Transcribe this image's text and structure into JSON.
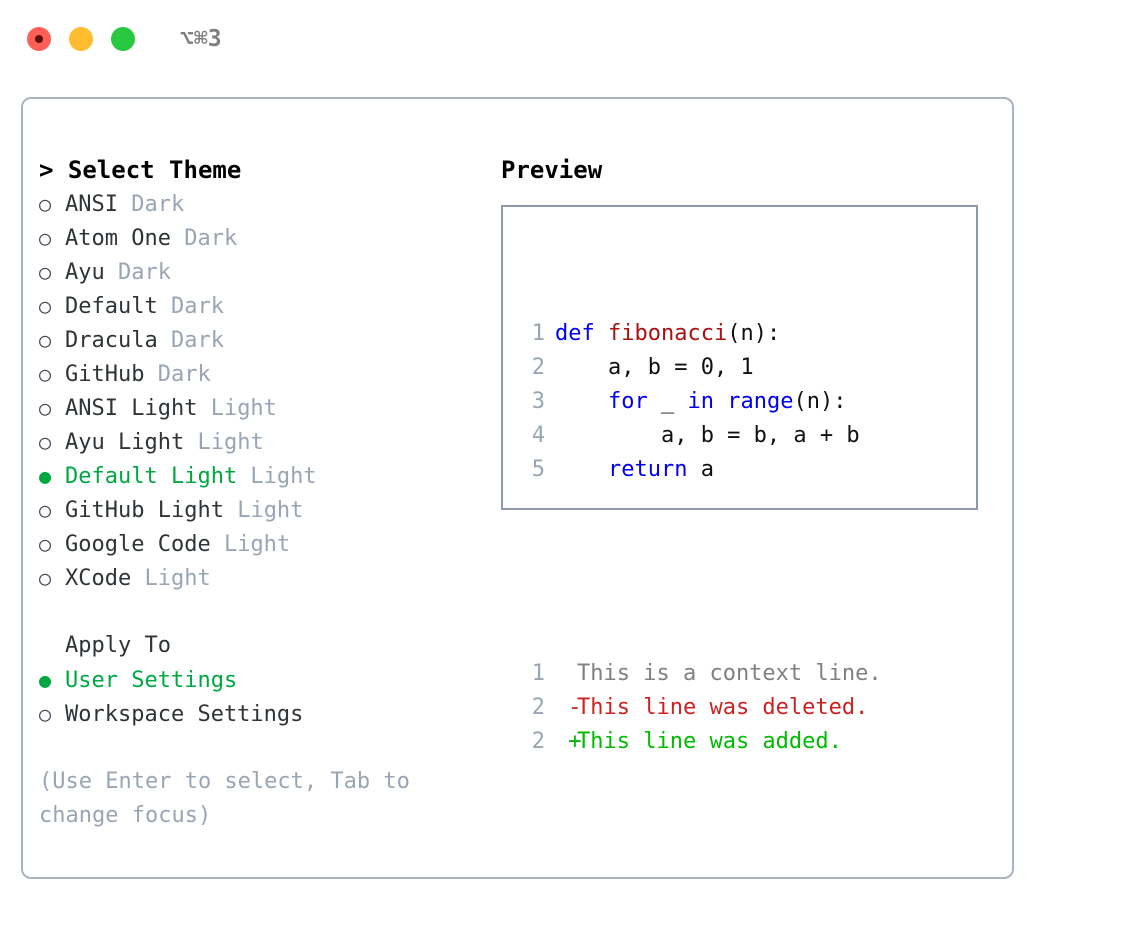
{
  "titlebar": {
    "shortcut": "⌥⌘3",
    "buttons": [
      {
        "name": "close",
        "color": "#ff5f57"
      },
      {
        "name": "minimize",
        "color": "#febc2e"
      },
      {
        "name": "maximize",
        "color": "#28c840"
      }
    ]
  },
  "theme_panel": {
    "header": "> Select Theme",
    "marker_unselected": "○",
    "marker_selected": "●",
    "options": [
      {
        "name": "ANSI",
        "variant": "Dark",
        "selected": false
      },
      {
        "name": "Atom One",
        "variant": "Dark",
        "selected": false
      },
      {
        "name": "Ayu",
        "variant": "Dark",
        "selected": false
      },
      {
        "name": "Default",
        "variant": "Dark",
        "selected": false
      },
      {
        "name": "Dracula",
        "variant": "Dark",
        "selected": false
      },
      {
        "name": "GitHub",
        "variant": "Dark",
        "selected": false
      },
      {
        "name": "ANSI Light",
        "variant": "Light",
        "selected": false
      },
      {
        "name": "Ayu Light",
        "variant": "Light",
        "selected": false
      },
      {
        "name": "Default Light",
        "variant": "Light",
        "selected": true
      },
      {
        "name": "GitHub Light",
        "variant": "Light",
        "selected": false
      },
      {
        "name": "Google Code",
        "variant": "Light",
        "selected": false
      },
      {
        "name": "XCode",
        "variant": "Light",
        "selected": false
      }
    ]
  },
  "apply_to": {
    "header": "Apply To",
    "options": [
      {
        "name": "User Settings",
        "selected": true
      },
      {
        "name": "Workspace Settings",
        "selected": false
      }
    ]
  },
  "hint": "(Use Enter to select, Tab to change focus)",
  "preview": {
    "header": "Preview",
    "code_lines": [
      {
        "lineno": "1",
        "tokens": [
          {
            "text": "def ",
            "type": "key"
          },
          {
            "text": "fibonacci",
            "type": "fn"
          },
          {
            "text": "(n):",
            "type": "txt"
          }
        ]
      },
      {
        "lineno": "2",
        "tokens": [
          {
            "text": "    a, b = 0, 1",
            "type": "txt"
          }
        ]
      },
      {
        "lineno": "3",
        "tokens": [
          {
            "text": "    ",
            "type": "txt"
          },
          {
            "text": "for",
            "type": "key"
          },
          {
            "text": " _ ",
            "type": "txt"
          },
          {
            "text": "in",
            "type": "key"
          },
          {
            "text": " ",
            "type": "txt"
          },
          {
            "text": "range",
            "type": "key"
          },
          {
            "text": "(n):",
            "type": "txt"
          }
        ]
      },
      {
        "lineno": "4",
        "tokens": [
          {
            "text": "        a, b = b, a + b",
            "type": "txt"
          }
        ]
      },
      {
        "lineno": "5",
        "tokens": [
          {
            "text": "    ",
            "type": "txt"
          },
          {
            "text": "return",
            "type": "key"
          },
          {
            "text": " a",
            "type": "txt"
          }
        ]
      }
    ],
    "diff_lines": [
      {
        "lineno": "1",
        "marker": " ",
        "text": "This is a context line.",
        "type": "ctx"
      },
      {
        "lineno": "2",
        "marker": "-",
        "text": "This line was deleted.",
        "type": "del"
      },
      {
        "lineno": "2",
        "marker": "+",
        "text": "This line was added.",
        "type": "add"
      }
    ]
  },
  "colors": {
    "accent_green": "#00a844",
    "muted_gray": "#9aa5b4",
    "keyword_blue": "#0000ee",
    "function_red": "#aa1111",
    "diff_delete": "#cc2222",
    "diff_add": "#00bb00",
    "border": "#a9b4c2"
  }
}
